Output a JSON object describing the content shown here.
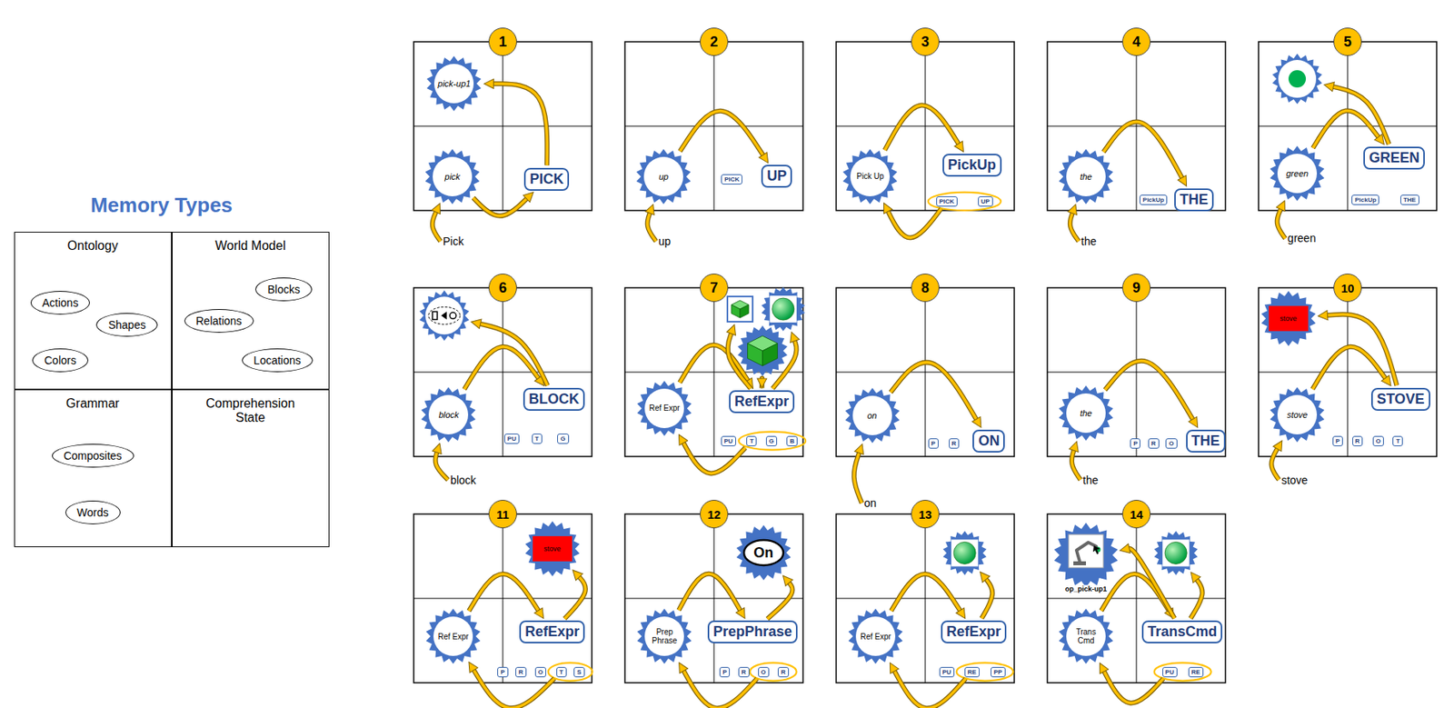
{
  "diagram": {
    "title": "Memory Types",
    "nodes": [
      {
        "text": [
          "Ontology"
        ]
      },
      {
        "text": [
          "Actions"
        ],
        "in": 0
      },
      {
        "text": [
          "Shapes"
        ],
        "in": 0
      },
      {
        "text": [
          "Colors"
        ],
        "in": 0
      },
      {
        "text": [
          "World Model"
        ]
      },
      {
        "text": [
          "Blocks"
        ],
        "in": 4
      },
      {
        "text": [
          "Relations"
        ],
        "in": 4
      },
      {
        "text": [
          "Locations"
        ],
        "in": 4
      },
      {
        "text": [
          "Grammar"
        ]
      },
      {
        "text": [
          "Composites"
        ],
        "in": 8
      },
      {
        "text": [
          "Words"
        ],
        "in": 8
      },
      {
        "text": [
          "Comprehension State"
        ]
      },
      {
        "text": [
          "pick-up1"
        ]
      },
      {
        "text": [
          "pick"
        ]
      },
      {
        "text": [
          "PICK"
        ]
      },
      {
        "text": [
          "up"
        ]
      },
      {
        "text": [
          "PICK"
        ]
      },
      {
        "text": [
          "UP"
        ]
      },
      {
        "text": [
          "Pick Up"
        ]
      },
      {
        "text": [
          "PickUp"
        ]
      },
      {
        "text": [
          "PICK"
        ]
      },
      {
        "text": [
          "UP"
        ]
      },
      {
        "text": [
          "the"
        ]
      },
      {
        "text": [
          "PickUp"
        ]
      },
      {
        "text": [
          "THE"
        ]
      },
      {
        "text": [
          "green"
        ]
      },
      {
        "text": [
          "GREEN"
        ]
      },
      {
        "text": [
          "PickUp"
        ]
      },
      {
        "text": [
          "THE"
        ]
      },
      {
        "text": [
          "block"
        ]
      },
      {
        "text": [
          "BLOCK"
        ]
      },
      {
        "text": [
          "PU"
        ]
      },
      {
        "text": [
          "T"
        ]
      },
      {
        "text": [
          "G"
        ]
      },
      {
        "text": [
          "Ref Expr"
        ]
      },
      {
        "text": [
          "RefExpr"
        ]
      },
      {
        "text": [
          "PU"
        ]
      },
      {
        "text": [
          "T"
        ]
      },
      {
        "text": [
          "G"
        ]
      },
      {
        "text": [
          "B"
        ]
      },
      {
        "text": [
          "on"
        ]
      },
      {
        "text": [
          "P"
        ]
      },
      {
        "text": [
          "R"
        ]
      },
      {
        "text": [
          "ON"
        ]
      },
      {
        "text": [
          "the"
        ]
      },
      {
        "text": [
          "P"
        ]
      },
      {
        "text": [
          "R"
        ]
      },
      {
        "text": [
          "O"
        ]
      },
      {
        "text": [
          "THE"
        ]
      },
      {
        "text": [
          "stove"
        ]
      },
      {
        "text": [
          "stove"
        ]
      },
      {
        "text": [
          "STOVE"
        ]
      },
      {
        "text": [
          "P"
        ]
      },
      {
        "text": [
          "R"
        ]
      },
      {
        "text": [
          "O"
        ]
      },
      {
        "text": [
          "T"
        ]
      },
      {
        "text": [
          "stove"
        ]
      },
      {
        "text": [
          "Ref Expr"
        ]
      },
      {
        "text": [
          "RefExpr"
        ]
      },
      {
        "text": [
          "P"
        ]
      },
      {
        "text": [
          "R"
        ]
      },
      {
        "text": [
          "O"
        ]
      },
      {
        "text": [
          "T"
        ]
      },
      {
        "text": [
          "S"
        ]
      },
      {
        "text": [
          "On"
        ]
      },
      {
        "text": [
          "Prep Phrase"
        ]
      },
      {
        "text": [
          "PrepPhrase"
        ]
      },
      {
        "text": [
          "P"
        ]
      },
      {
        "text": [
          "R"
        ]
      },
      {
        "text": [
          "O"
        ]
      },
      {
        "text": [
          "R"
        ]
      },
      {
        "text": [
          "Ref Expr"
        ]
      },
      {
        "text": [
          "RefExpr"
        ]
      },
      {
        "text": [
          "PU"
        ]
      },
      {
        "text": [
          "RE"
        ]
      },
      {
        "text": [
          "PP"
        ]
      },
      {
        "text": [
          "op_pick-up1"
        ]
      },
      {
        "text": [
          "Trans Cmd"
        ]
      },
      {
        "text": [
          "TransCmd"
        ]
      },
      {
        "text": [
          "PU"
        ]
      },
      {
        "text": [
          "RE"
        ]
      }
    ],
    "edges": [
      {
        "from": 13,
        "to": 14,
        "arrow": "to"
      },
      {
        "from": 14,
        "to": 12,
        "arrow": "to"
      },
      {
        "from": 15,
        "to": 17,
        "arrow": "to"
      },
      {
        "from": 18,
        "to": 19,
        "arrow": "to"
      },
      {
        "from": 20,
        "to": 18,
        "arrow": "to"
      },
      {
        "from": 22,
        "to": 24,
        "arrow": "to"
      },
      {
        "from": 25,
        "to": 26,
        "arrow": "to"
      },
      {
        "from": 29,
        "to": 30,
        "arrow": "to"
      },
      {
        "from": 34,
        "to": 35,
        "arrow": "to"
      },
      {
        "from": 37,
        "to": 34,
        "arrow": "to"
      },
      {
        "from": 40,
        "to": 43,
        "arrow": "to"
      },
      {
        "from": 44,
        "to": 48,
        "arrow": "to"
      },
      {
        "from": 50,
        "to": 51,
        "arrow": "to"
      },
      {
        "from": 51,
        "to": 49,
        "arrow": "to"
      },
      {
        "from": 57,
        "to": 58,
        "arrow": "to"
      },
      {
        "from": 62,
        "to": 57,
        "arrow": "to"
      },
      {
        "from": 58,
        "to": 56,
        "arrow": "to"
      },
      {
        "from": 65,
        "to": 66,
        "arrow": "to"
      },
      {
        "from": 69,
        "to": 65,
        "arrow": "to"
      },
      {
        "from": 66,
        "to": 64,
        "arrow": "to"
      },
      {
        "from": 71,
        "to": 72,
        "arrow": "to"
      },
      {
        "from": 74,
        "to": 71,
        "arrow": "to"
      },
      {
        "from": 77,
        "to": 78,
        "arrow": "to"
      },
      {
        "from": 79,
        "to": 77,
        "arrow": "to"
      },
      {
        "from": 78,
        "to": 76,
        "arrow": "to"
      }
    ],
    "labels": [
      "1",
      "Pick",
      "2",
      "up",
      "3",
      "4",
      "the",
      "5",
      "green",
      "6",
      "block",
      "7",
      "8",
      "on",
      "9",
      "the",
      "10",
      "stove",
      "11",
      "12",
      "13",
      "14"
    ]
  }
}
